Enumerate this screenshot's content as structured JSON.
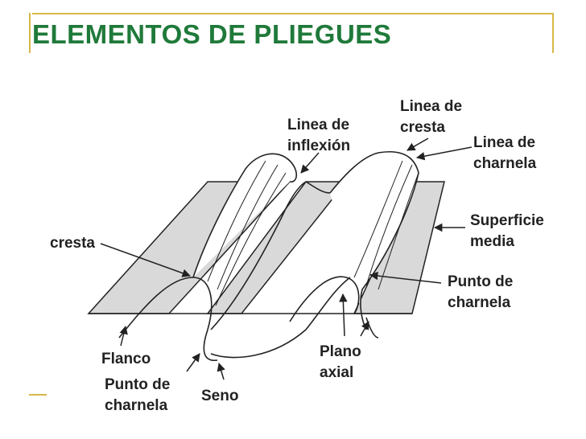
{
  "slide": {
    "title": "ELEMENTOS DE PLIEGUES",
    "title_color": "#1f7a3a",
    "accent_color": "#d9b84a"
  },
  "diagram": {
    "labels": {
      "linea_cresta_1": "Linea de",
      "linea_cresta_2": "cresta",
      "linea_inflexion_1": "Linea de",
      "linea_inflexion_2": "inflexión",
      "linea_charnela_1": "Linea de",
      "linea_charnela_2": "charnela",
      "superficie_1": "Superficie",
      "superficie_2": "media",
      "cresta": "cresta",
      "punto_charnela_r_1": "Punto de",
      "punto_charnela_r_2": "charnela",
      "flanco": "Flanco",
      "punto_charnela_l_1": "Punto de",
      "punto_charnela_l_2": "charnela",
      "seno": "Seno",
      "plano_1": "Plano",
      "plano_2": "axial"
    }
  }
}
